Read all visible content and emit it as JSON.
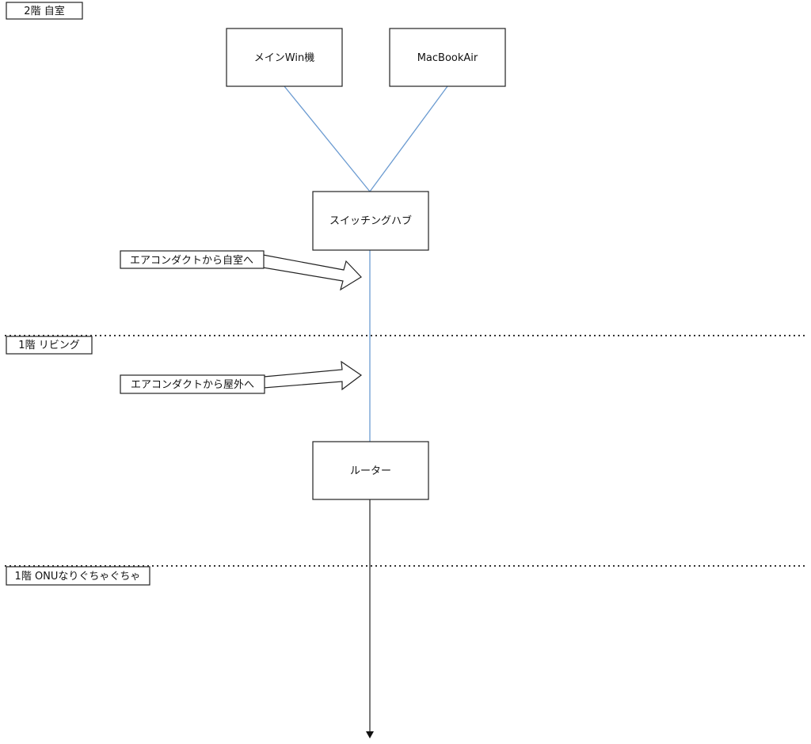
{
  "zones": {
    "floor2": "2階 自室",
    "floor1_living": "1階 リビング",
    "floor1_onu": "1階 ONUなりぐちゃぐちゃ"
  },
  "nodes": {
    "main_pc": "メインWin機",
    "macbook": "MacBookAir",
    "switching_hub": "スイッチングハブ",
    "router": "ルーター"
  },
  "callouts": {
    "to_room": "エアコンダクトから自室へ",
    "to_outside": "エアコンダクトから屋外へ"
  },
  "colors": {
    "lan_cable": "#6b9bd1",
    "outline": "#222222"
  }
}
